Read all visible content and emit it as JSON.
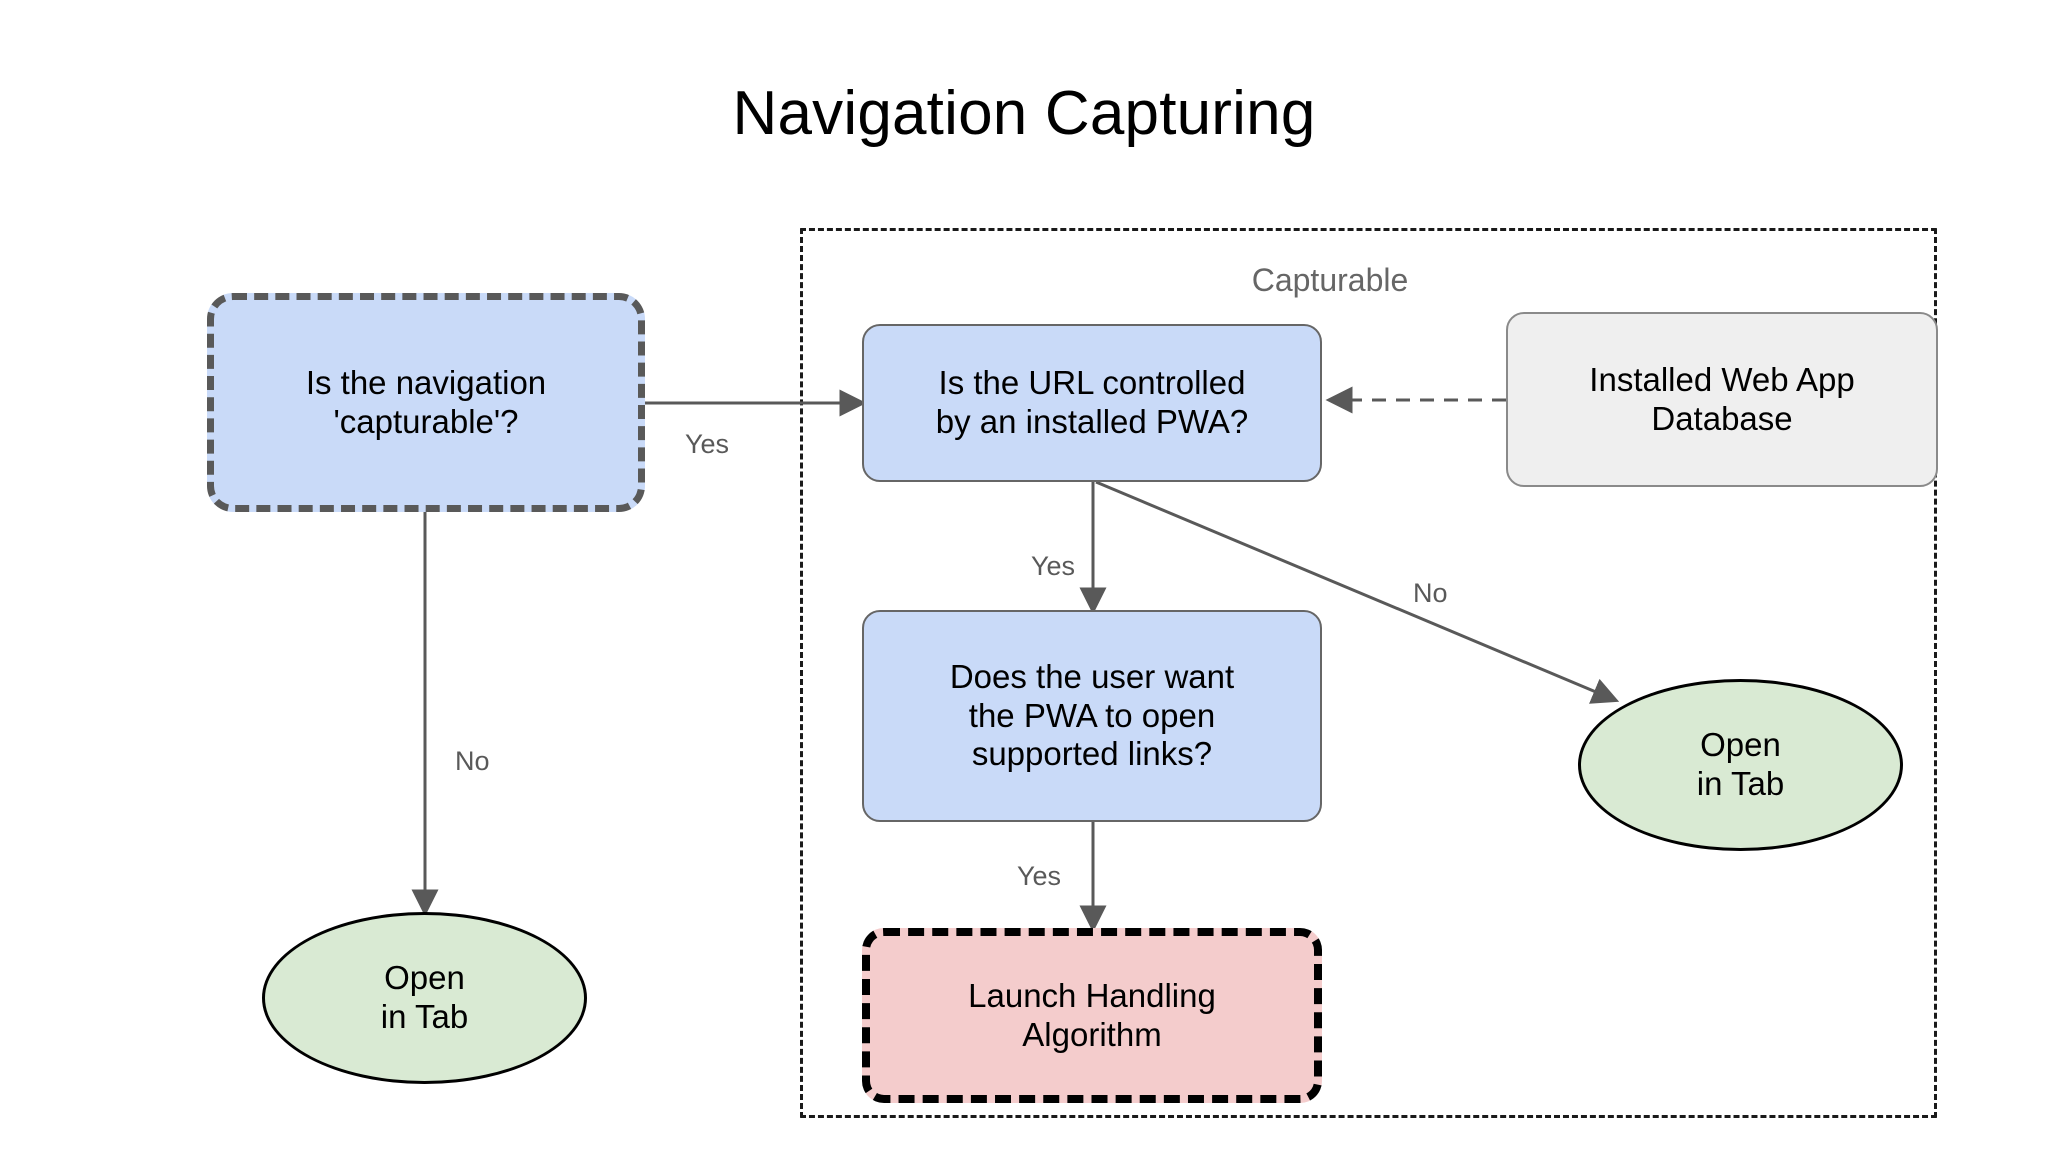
{
  "page": {
    "title": "Navigation Capturing",
    "background_color": "#ffffff"
  },
  "colors": {
    "decision_fill": "#c9daf8",
    "database_fill": "#efefef",
    "terminal_fill": "#d9ead3",
    "algorithm_fill": "#f4cccc",
    "edge_stroke": "#595959",
    "group_label": "#666666",
    "dashed_border_gray": "#595959",
    "dashed_border_black": "#000000"
  },
  "group": {
    "label": "Capturable"
  },
  "nodes": {
    "is_navigation_capturable": {
      "label": "Is the navigation\n'capturable'?",
      "shape": "rounded-rect-dashed",
      "fill": "#c9daf8"
    },
    "is_url_controlled": {
      "label": "Is the URL controlled\nby an installed PWA?",
      "shape": "rounded-rect",
      "fill": "#c9daf8"
    },
    "installed_web_app_database": {
      "label": "Installed Web App\nDatabase",
      "shape": "rounded-rect",
      "fill": "#efefef"
    },
    "does_user_want": {
      "label": "Does the user want\nthe PWA to open\nsupported links?",
      "shape": "rounded-rect",
      "fill": "#c9daf8"
    },
    "launch_handling_algorithm": {
      "label": "Launch Handling\nAlgorithm",
      "shape": "rounded-rect-dashed",
      "fill": "#f4cccc"
    },
    "open_in_tab_left": {
      "label": "Open\nin Tab",
      "shape": "ellipse",
      "fill": "#d9ead3"
    },
    "open_in_tab_right": {
      "label": "Open\nin Tab",
      "shape": "ellipse",
      "fill": "#d9ead3"
    }
  },
  "edges": [
    {
      "id": "capturable-yes",
      "from": "is_navigation_capturable",
      "to": "is_url_controlled",
      "label": "Yes",
      "style": "solid"
    },
    {
      "id": "capturable-no",
      "from": "is_navigation_capturable",
      "to": "open_in_tab_left",
      "label": "No",
      "style": "solid"
    },
    {
      "id": "url-yes",
      "from": "is_url_controlled",
      "to": "does_user_want",
      "label": "Yes",
      "style": "solid"
    },
    {
      "id": "url-no",
      "from": "is_url_controlled",
      "to": "open_in_tab_right",
      "label": "No",
      "style": "solid"
    },
    {
      "id": "database-lookup",
      "from": "installed_web_app_database",
      "to": "is_url_controlled",
      "label": "",
      "style": "dashed"
    },
    {
      "id": "user-want-yes",
      "from": "does_user_want",
      "to": "launch_handling_algorithm",
      "label": "Yes",
      "style": "solid"
    }
  ],
  "edge_labels": {
    "capturable_yes": "Yes",
    "capturable_no": "No",
    "url_yes": "Yes",
    "url_no": "No",
    "user_want_yes": "Yes"
  }
}
